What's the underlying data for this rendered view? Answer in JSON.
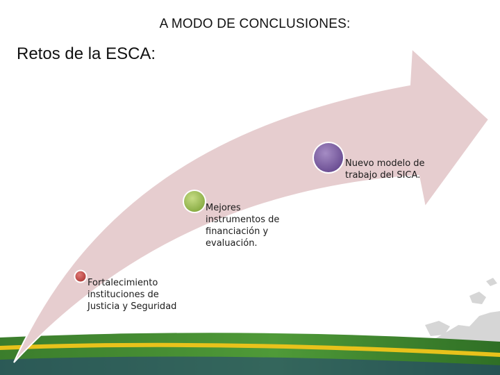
{
  "slide": {
    "title": "A MODO DE CONCLUSIONES:",
    "subtitle": "Retos de la ESCA:"
  },
  "arrow_milestones": [
    {
      "marker_color": "#c0504d",
      "lines": [
        "Fortalecimiento",
        "instituciones de",
        "Justicia y Seguridad"
      ]
    },
    {
      "marker_color": "#9bbb59",
      "lines": [
        "Mejores",
        "instrumentos de",
        "financiación y",
        "evaluación."
      ]
    },
    {
      "marker_color": "#8064a2",
      "lines": [
        "Nuevo modelo de",
        "trabajo del SICA."
      ]
    }
  ],
  "theme": {
    "arrow_fill": "#e6cdcf",
    "arrow_stroke": "#ffffff",
    "footer_green": "#3f8a2e",
    "footer_yellow": "#e8c21b",
    "footer_blue": "#1f3d7a",
    "map_color": "#d6d6d6"
  }
}
